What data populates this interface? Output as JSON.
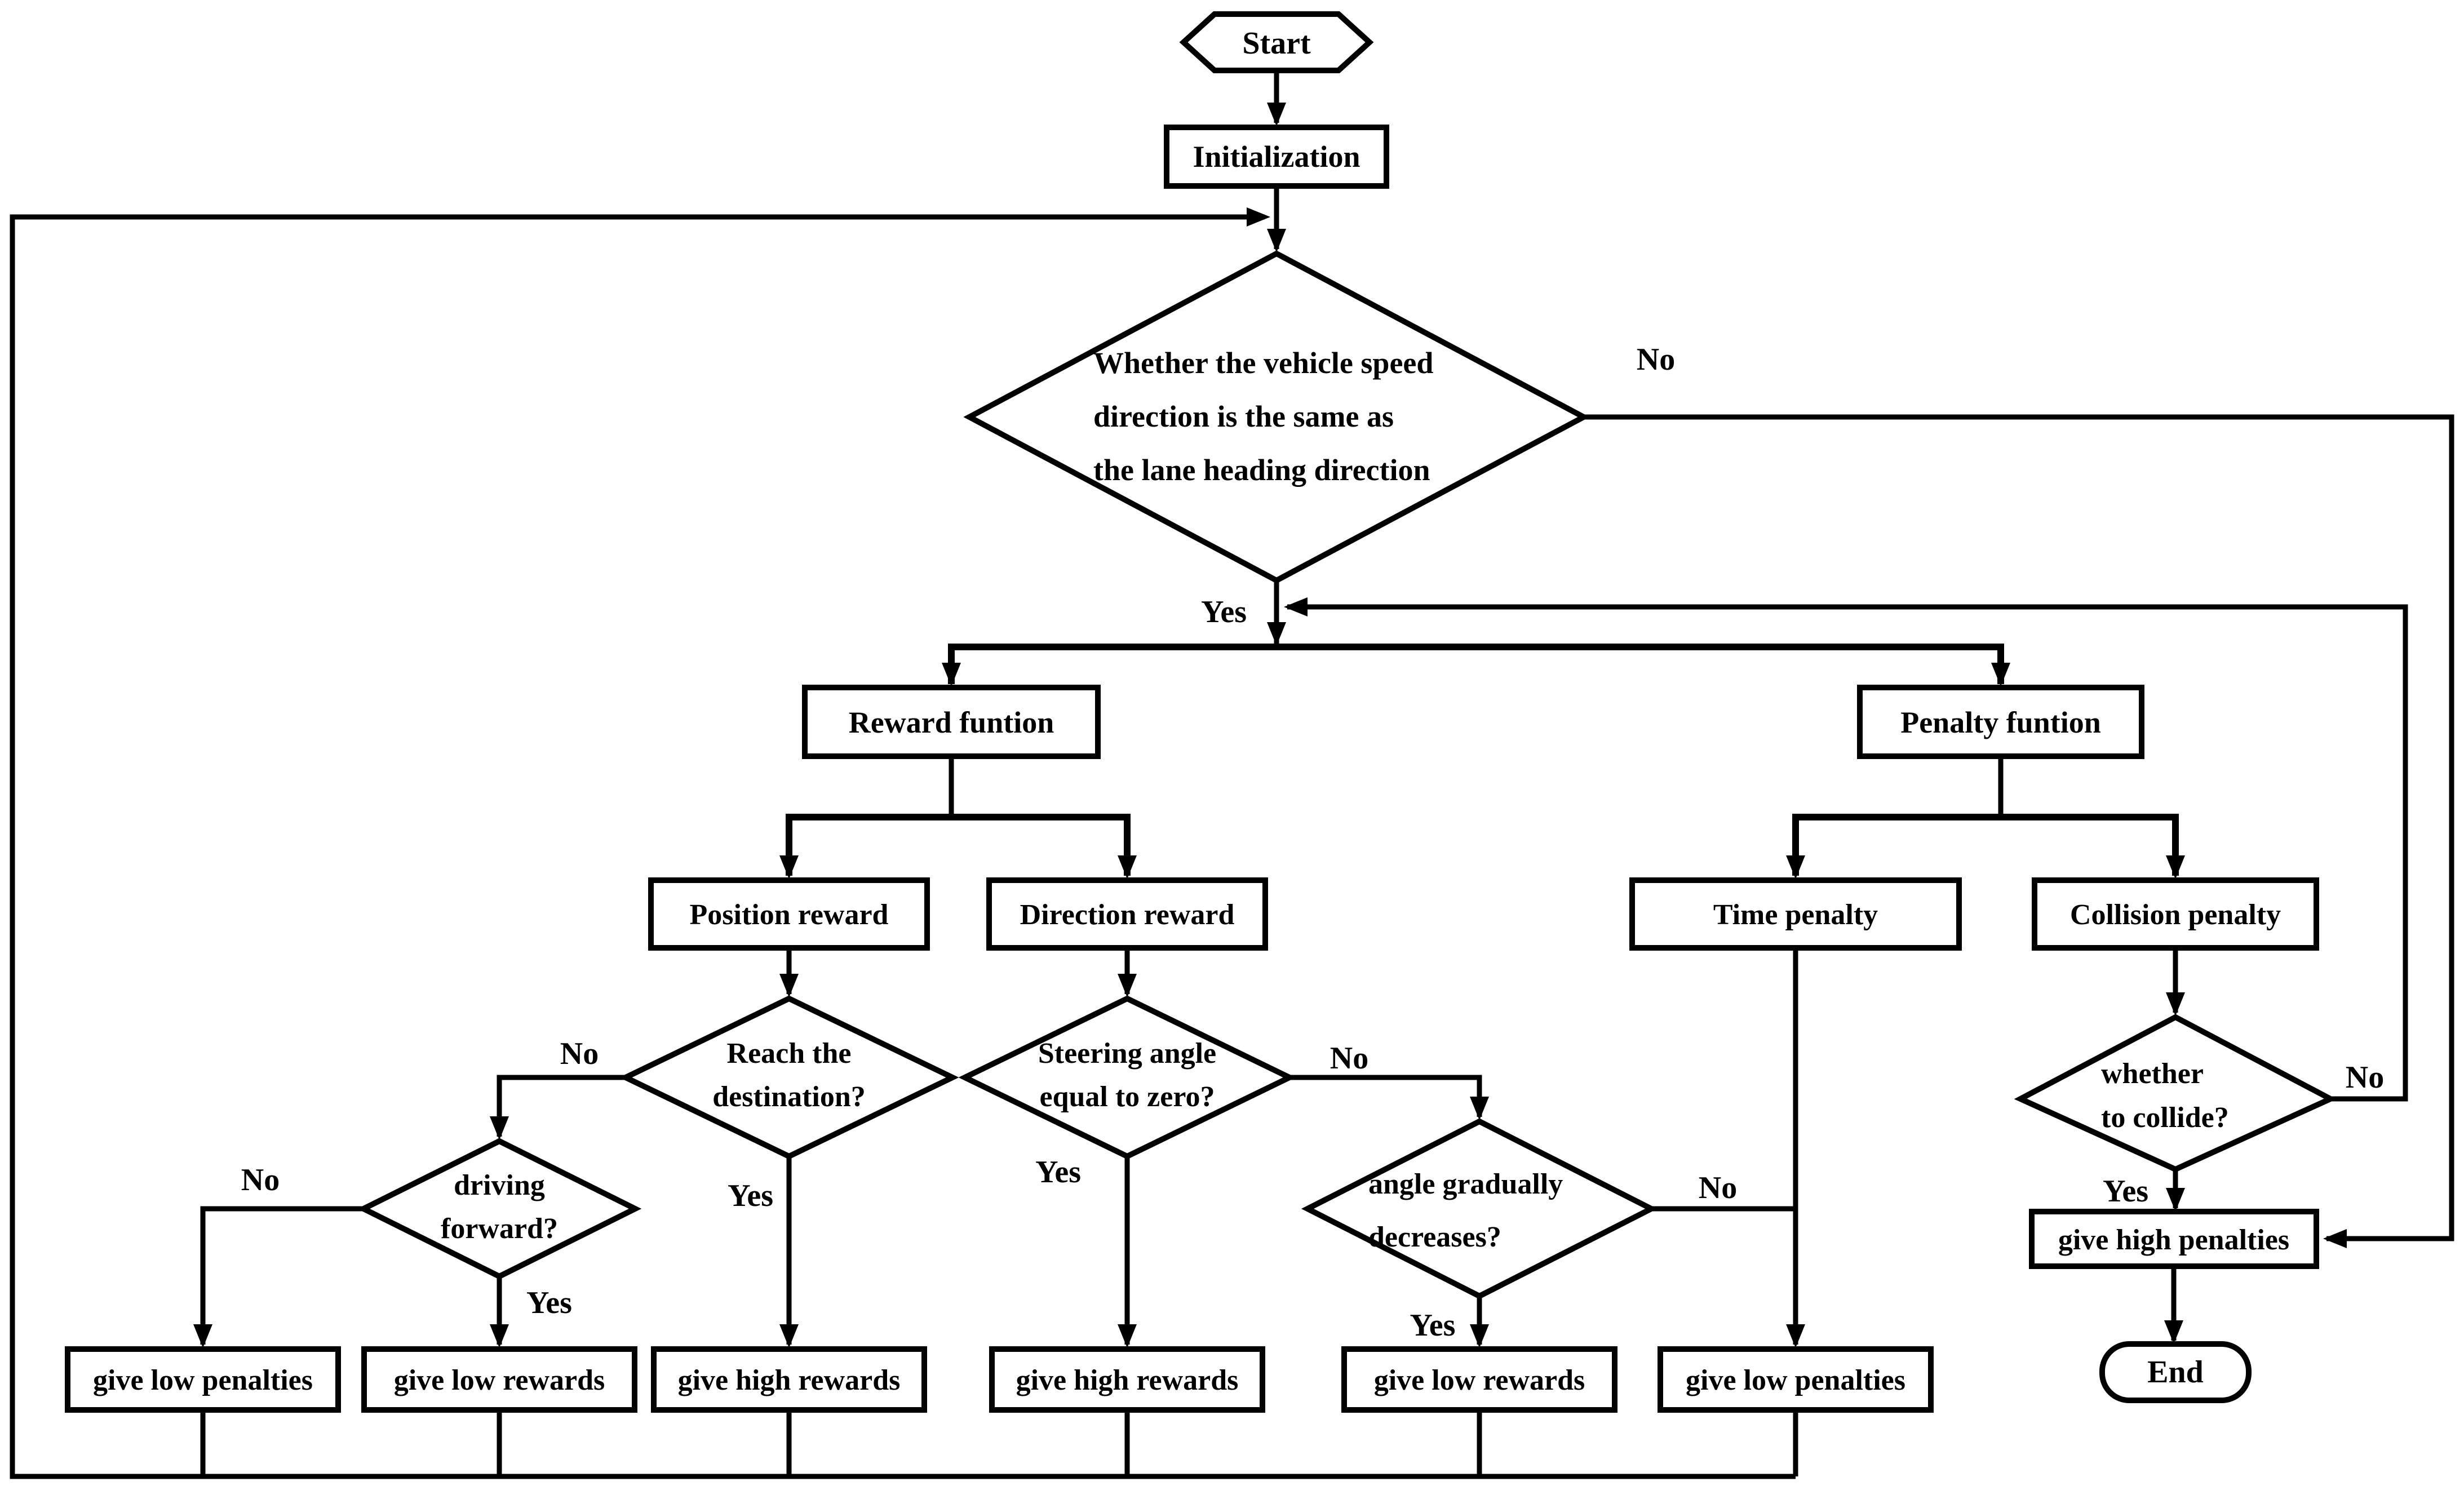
{
  "flowchart": {
    "nodes": {
      "start": {
        "label": "Start"
      },
      "initialization": {
        "label": "Initialization"
      },
      "speed_direction_decision": {
        "lines": [
          "Whether the vehicle speed",
          "direction is the same as",
          "the lane heading direction"
        ]
      },
      "reward_function": {
        "label": "Reward funtion"
      },
      "penalty_function": {
        "label": "Penalty funtion"
      },
      "position_reward": {
        "label": "Position reward"
      },
      "direction_reward": {
        "label": "Direction reward"
      },
      "time_penalty": {
        "label": "Time penalty"
      },
      "collision_penalty": {
        "label": "Collision penalty"
      },
      "reach_destination_decision": {
        "lines": [
          "Reach the",
          "destination?"
        ]
      },
      "steering_angle_decision": {
        "lines": [
          "Steering angle",
          "equal to zero?"
        ]
      },
      "driving_forward_decision": {
        "lines": [
          "driving",
          "forward?"
        ]
      },
      "angle_decrease_decision": {
        "lines": [
          "angle gradually",
          "decreases?"
        ]
      },
      "collision_decision": {
        "lines": [
          "whether",
          "to collide?"
        ]
      },
      "give_low_penalties_1": {
        "label": "give low penalties"
      },
      "give_low_rewards_1": {
        "label": "give low rewards"
      },
      "give_high_rewards_1": {
        "label": "give high rewards"
      },
      "give_high_rewards_2": {
        "label": "give high rewards"
      },
      "give_low_rewards_2": {
        "label": "give low rewards"
      },
      "give_low_penalties_2": {
        "label": "give low penalties"
      },
      "give_high_penalties": {
        "label": "give high penalties"
      },
      "end": {
        "label": "End"
      }
    },
    "edge_labels": {
      "speed_no": "No",
      "speed_yes": "Yes",
      "reach_no": "No",
      "reach_yes": "Yes",
      "driving_no": "No",
      "driving_yes": "Yes",
      "steering_no": "No",
      "steering_yes": "Yes",
      "angle_no": "No",
      "angle_yes": "Yes",
      "collision_no": "No",
      "collision_yes": "Yes"
    },
    "colors": {
      "line": "#000000",
      "background": "#ffffff",
      "text": "#000000"
    }
  }
}
